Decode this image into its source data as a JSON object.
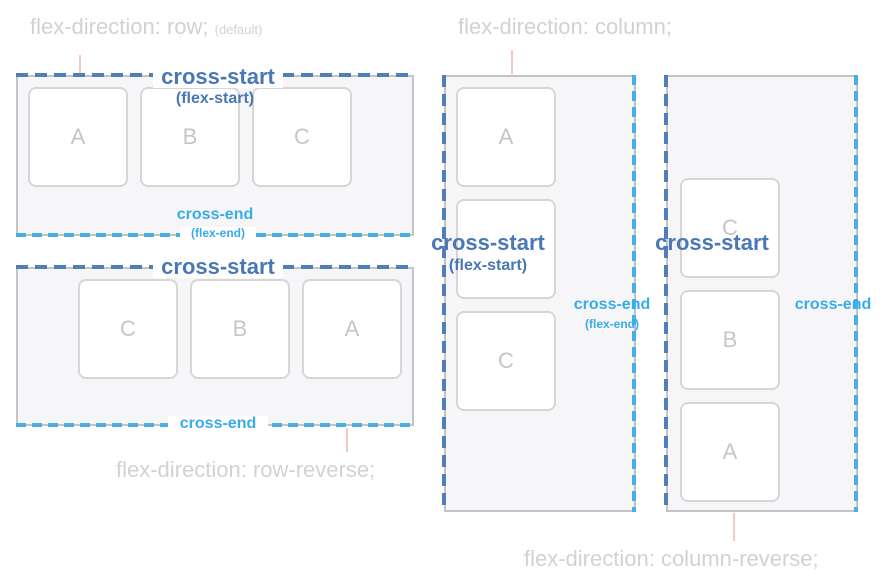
{
  "captions": {
    "row": "flex-direction: row;",
    "row_default": "(default)",
    "column": "flex-direction: column;",
    "row_reverse": "flex-direction: row-reverse;",
    "column_reverse": "flex-direction: column-reverse;"
  },
  "labels": {
    "cross_start": "cross-start",
    "flex_start": "(flex-start)",
    "cross_end": "cross-end",
    "flex_end": "(flex-end)"
  },
  "items": {
    "row": [
      "A",
      "B",
      "C"
    ],
    "row_reverse": [
      "C",
      "B",
      "A"
    ],
    "column": [
      "A",
      "",
      "C"
    ],
    "column_reverse": [
      "C",
      "B",
      "A"
    ]
  },
  "colors": {
    "cross_start": "#4a78b4",
    "cross_end": "#38ace8",
    "caption": "#d2d2d2",
    "container_bg": "#f6f6f9"
  }
}
